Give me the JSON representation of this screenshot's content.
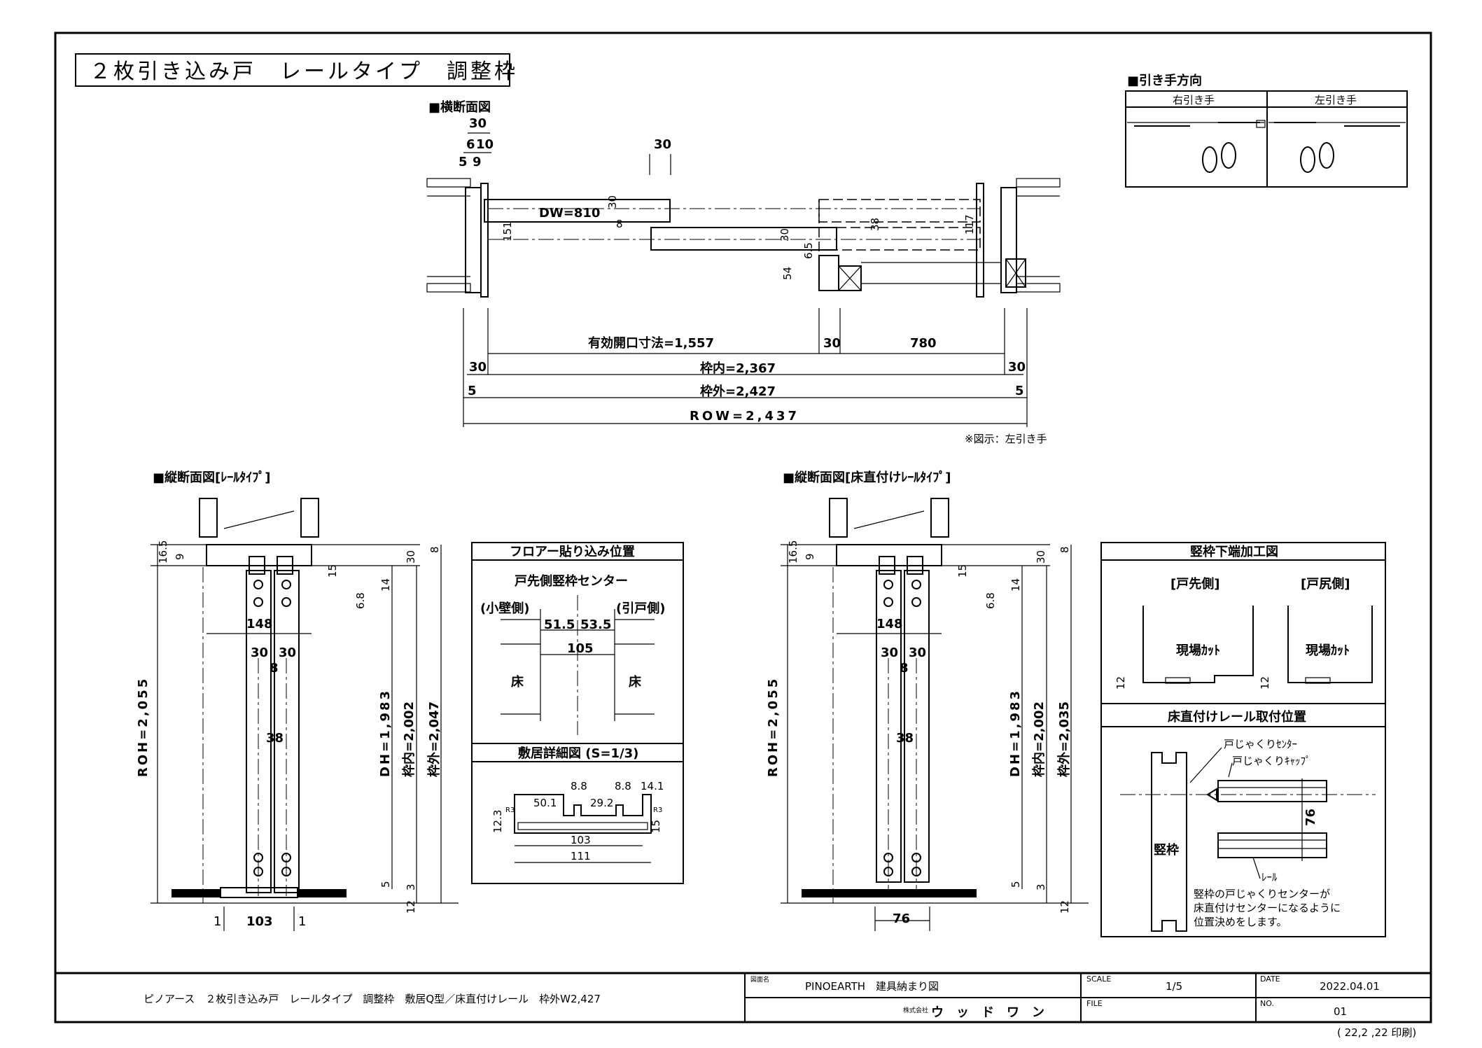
{
  "title": "２枚引き込み戸　レールタイプ　調整枠",
  "plan": {
    "heading": "■横断面図",
    "dims_top": [
      "30",
      "6",
      "10",
      "5",
      "9",
      "30"
    ],
    "dw": "DW=810",
    "inner": [
      "30",
      "8",
      "151",
      "30",
      "38",
      "6.5",
      "54",
      "117"
    ],
    "opening": "有効開口寸法=1,557",
    "pocket_a": "30",
    "pocket_b": "780",
    "inner_frame": "枠内=2,367",
    "outer_frame": "枠外=2,427",
    "row": "ROW=2,437",
    "side30": "30",
    "side5": "5",
    "note": "※図示：左引き手"
  },
  "handle": {
    "heading": "■引き手方向",
    "right": "右引き手",
    "left": "左引き手"
  },
  "sec1": {
    "heading": "■縦断面図[ﾚｰﾙﾀｲﾌﾟ]",
    "left_dims": [
      "16.5",
      "9"
    ],
    "rail_dims": [
      "15",
      "6.8",
      "14",
      "30",
      "8"
    ],
    "door_dims": [
      "148",
      "30",
      "30",
      "8",
      "38"
    ],
    "roh": "ROH=2,055",
    "dh": "DH=1,983",
    "inner": "枠内=2,002",
    "outer": "枠外=2,047",
    "bottom": [
      "5",
      "3",
      "12"
    ],
    "width": [
      "1",
      "103",
      "1"
    ]
  },
  "floor": {
    "heading": "フロアー貼り込み位置",
    "center": "戸先側竪枠センター",
    "left": "(小壁側)",
    "right": "(引戸側)",
    "d1": "51.5",
    "d2": "53.5",
    "d3": "105",
    "floor_l": "床",
    "floor_r": "床"
  },
  "sill": {
    "heading": "敷居詳細図 (S=1/3)",
    "dims": [
      "8.8",
      "8.8",
      "14.1",
      "50.1",
      "29.2",
      "R3",
      "R3",
      "12.3",
      "15",
      "103",
      "111"
    ]
  },
  "sec2": {
    "heading": "■縦断面図[床直付けﾚｰﾙﾀｲﾌﾟ]",
    "left_dims": [
      "16.5",
      "9"
    ],
    "rail_dims": [
      "15",
      "6.8",
      "14",
      "30",
      "8"
    ],
    "door_dims": [
      "148",
      "30",
      "30",
      "8",
      "38"
    ],
    "roh": "ROH=2,055",
    "dh": "DH=1,983",
    "inner": "枠内=2,002",
    "outer": "枠外=2,035",
    "bottom": [
      "5",
      "3",
      "12"
    ],
    "width": "76"
  },
  "cut": {
    "heading": "竪枠下端加工図",
    "front": "[戸先側]",
    "rear": "[戸尻側]",
    "field_cut": "現場ｶｯﾄ",
    "dim": "12"
  },
  "railpos": {
    "heading": "床直付けレール取付位置",
    "center": "戸じゃくりｾﾝﾀｰ",
    "cap": "戸じゃくりｷｬｯﾌﾟ",
    "frame": "竪枠",
    "rail": "ﾚｰﾙ",
    "dim": "76",
    "note1": "竪枠の戸じゃくりセンターが",
    "note2": "床直付けセンターになるように",
    "note3": "位置決めをします。"
  },
  "footer": {
    "desc": "ピノアース　２枚引き込み戸　レールタイプ　調整枠　敷居Q型／床直付けレール　枠外W2,427",
    "drawing_label": "図面名",
    "drawing_name": "PINOEARTH　建具納まり図",
    "company_label": "株式会社",
    "company": "ウッドワン",
    "scale_label": "SCALE",
    "scale": "1/5",
    "file_label": "FILE",
    "date_label": "DATE",
    "date": "2022.04.01",
    "no_label": "NO.",
    "no": "01",
    "print": "( 22,2 ,22 印刷)"
  }
}
